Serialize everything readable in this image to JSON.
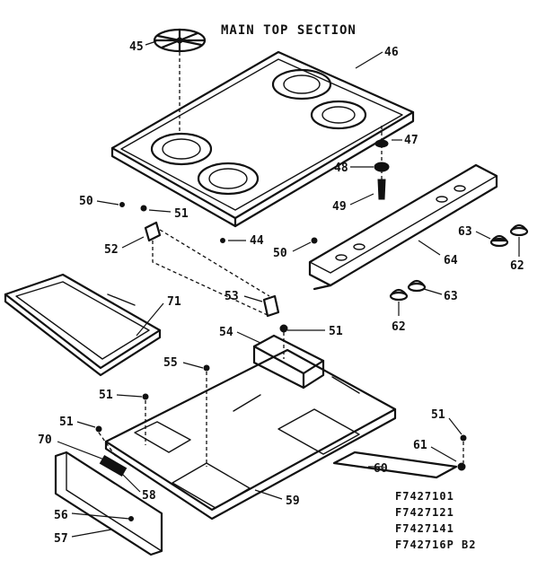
{
  "title": "MAIN TOP SECTION",
  "callouts": {
    "c45": "45",
    "c46": "46",
    "c47": "47",
    "c48": "48",
    "c49": "49",
    "c50a": "50",
    "c51a": "51",
    "c52": "52",
    "c44": "44",
    "c50b": "50",
    "c63a": "63",
    "c62a": "62",
    "c64": "64",
    "c53": "53",
    "c51b": "51",
    "c63b": "63",
    "c62b": "62",
    "c71": "71",
    "c54": "54",
    "c55": "55",
    "c51c": "51",
    "c51d": "51",
    "c70": "70",
    "c58": "58",
    "c59": "59",
    "c56": "56",
    "c57": "57",
    "c51e": "51",
    "c61": "61",
    "c60": "60"
  },
  "part_numbers": [
    "F7427101",
    "F7427121",
    "F7427141",
    "F742716P B2"
  ]
}
